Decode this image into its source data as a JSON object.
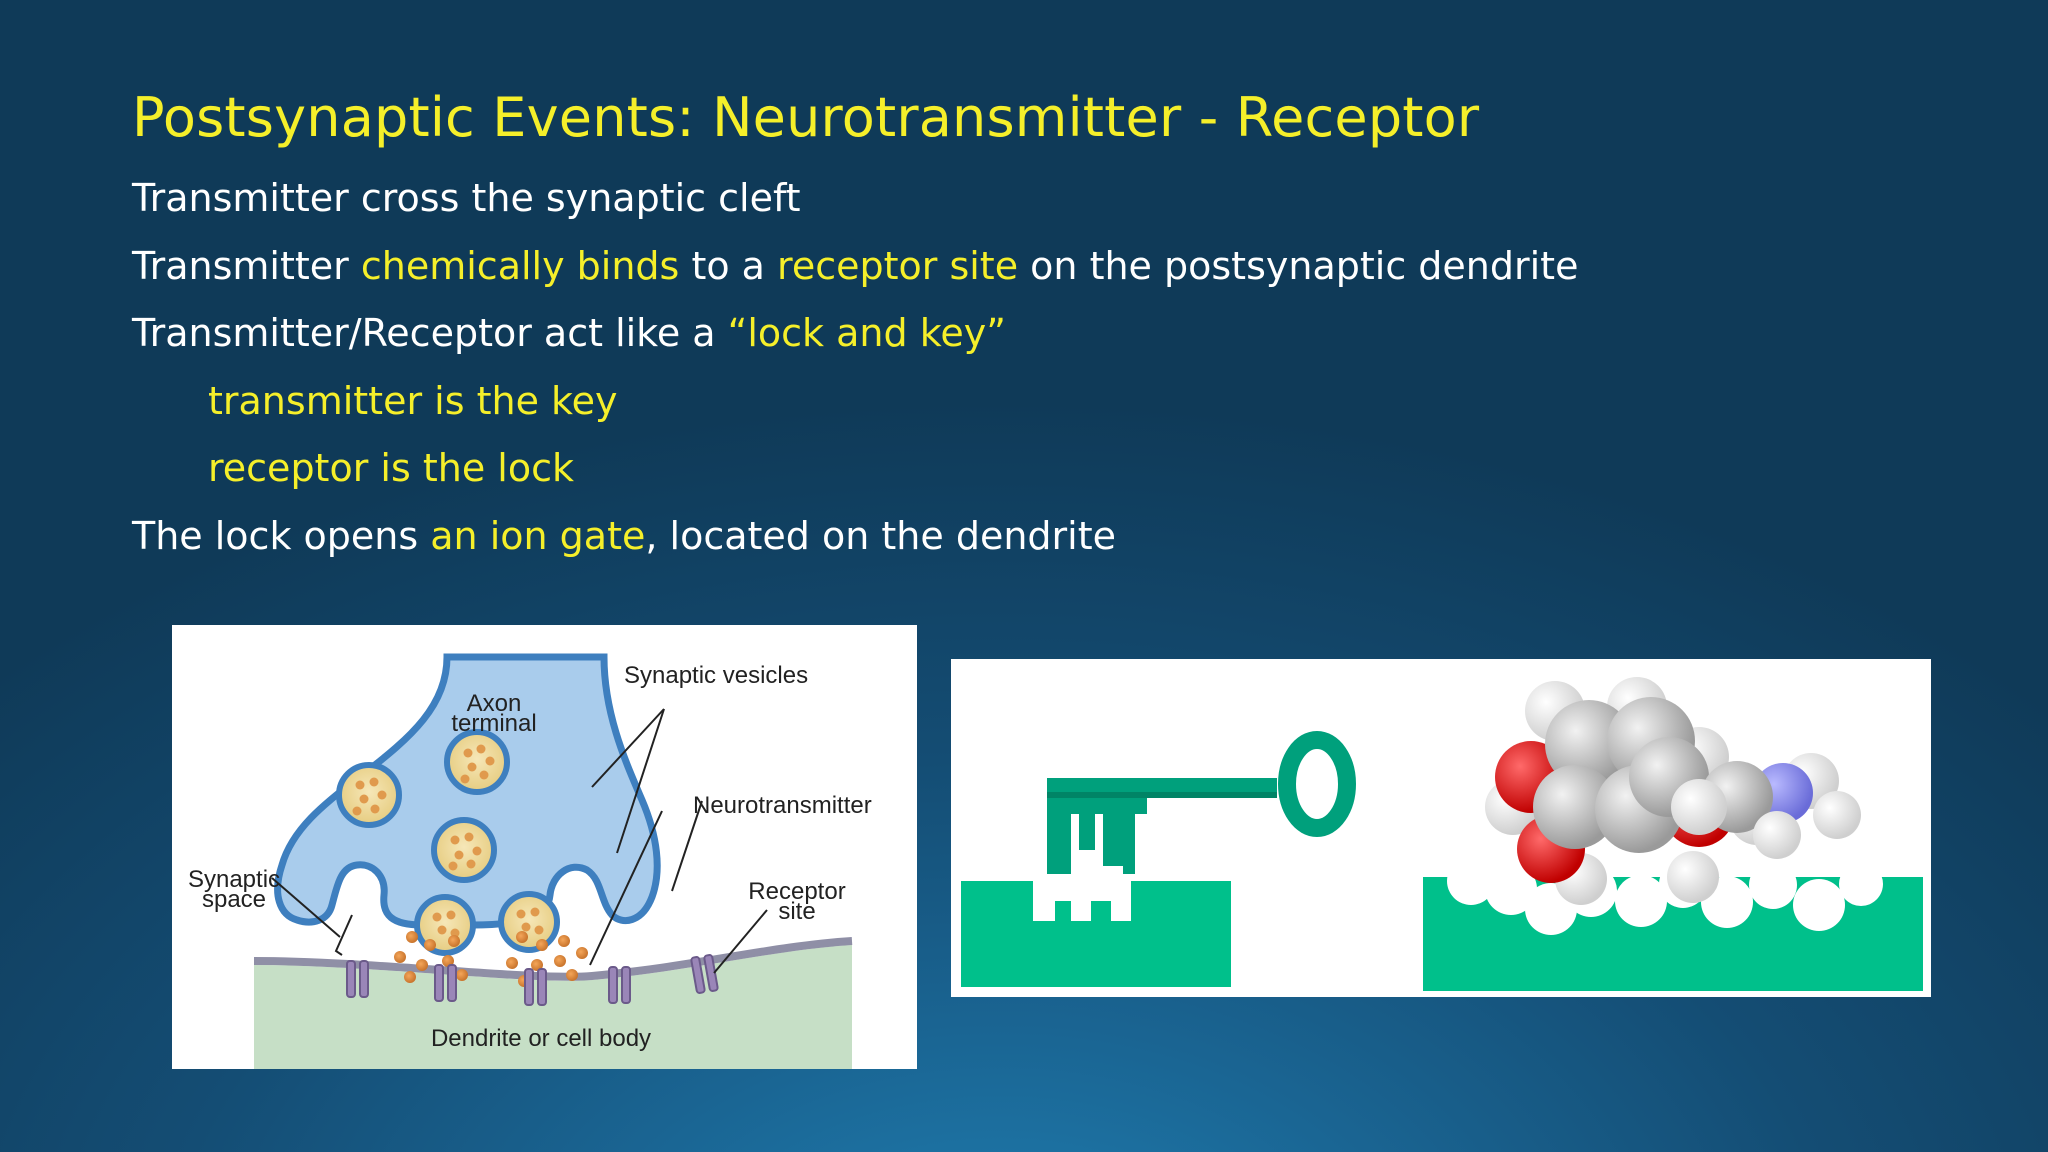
{
  "slide": {
    "title": "Postsynaptic Events: Neurotransmitter - Receptor",
    "bullets": [
      {
        "segments": [
          {
            "text": "Transmitter cross the synaptic cleft",
            "highlight": false
          }
        ]
      },
      {
        "segments": [
          {
            "text": "Transmitter ",
            "highlight": false
          },
          {
            "text": "chemically binds",
            "highlight": true
          },
          {
            "text": " to a ",
            "highlight": false
          },
          {
            "text": "receptor site",
            "highlight": true
          },
          {
            "text": " on the postsynaptic dendrite",
            "highlight": false
          }
        ]
      },
      {
        "segments": [
          {
            "text": "Transmitter/Receptor act like a ",
            "highlight": false
          },
          {
            "text": "“lock and key”",
            "highlight": true
          }
        ]
      },
      {
        "segments": [
          {
            "text": "transmitter is the key",
            "highlight": true
          }
        ],
        "indent": true
      },
      {
        "segments": [
          {
            "text": "receptor is the lock",
            "highlight": true
          }
        ],
        "indent": true
      },
      {
        "segments": [
          {
            "text": "The lock opens ",
            "highlight": false
          },
          {
            "text": "an ion gate",
            "highlight": true
          },
          {
            "text": ", located on the dendrite",
            "highlight": false
          }
        ]
      }
    ]
  },
  "synapse_diagram": {
    "labels": {
      "axon_terminal": [
        "Axon",
        "terminal"
      ],
      "synaptic_vesicles": "Synaptic vesicles",
      "neurotransmitter": "Neurotransmitter",
      "synaptic_space": [
        "Synaptic",
        "space"
      ],
      "receptor_site": [
        "Receptor",
        "site"
      ],
      "dendrite": "Dendrite or cell body"
    }
  },
  "colors": {
    "title": "#f5ef2a",
    "highlight": "#f5ef2a",
    "body_text": "#ffffff",
    "background_dark": "#0f3a58",
    "background_light": "#1f7fb2",
    "lock_green": "#00c08b",
    "key_green": "#009a78"
  }
}
